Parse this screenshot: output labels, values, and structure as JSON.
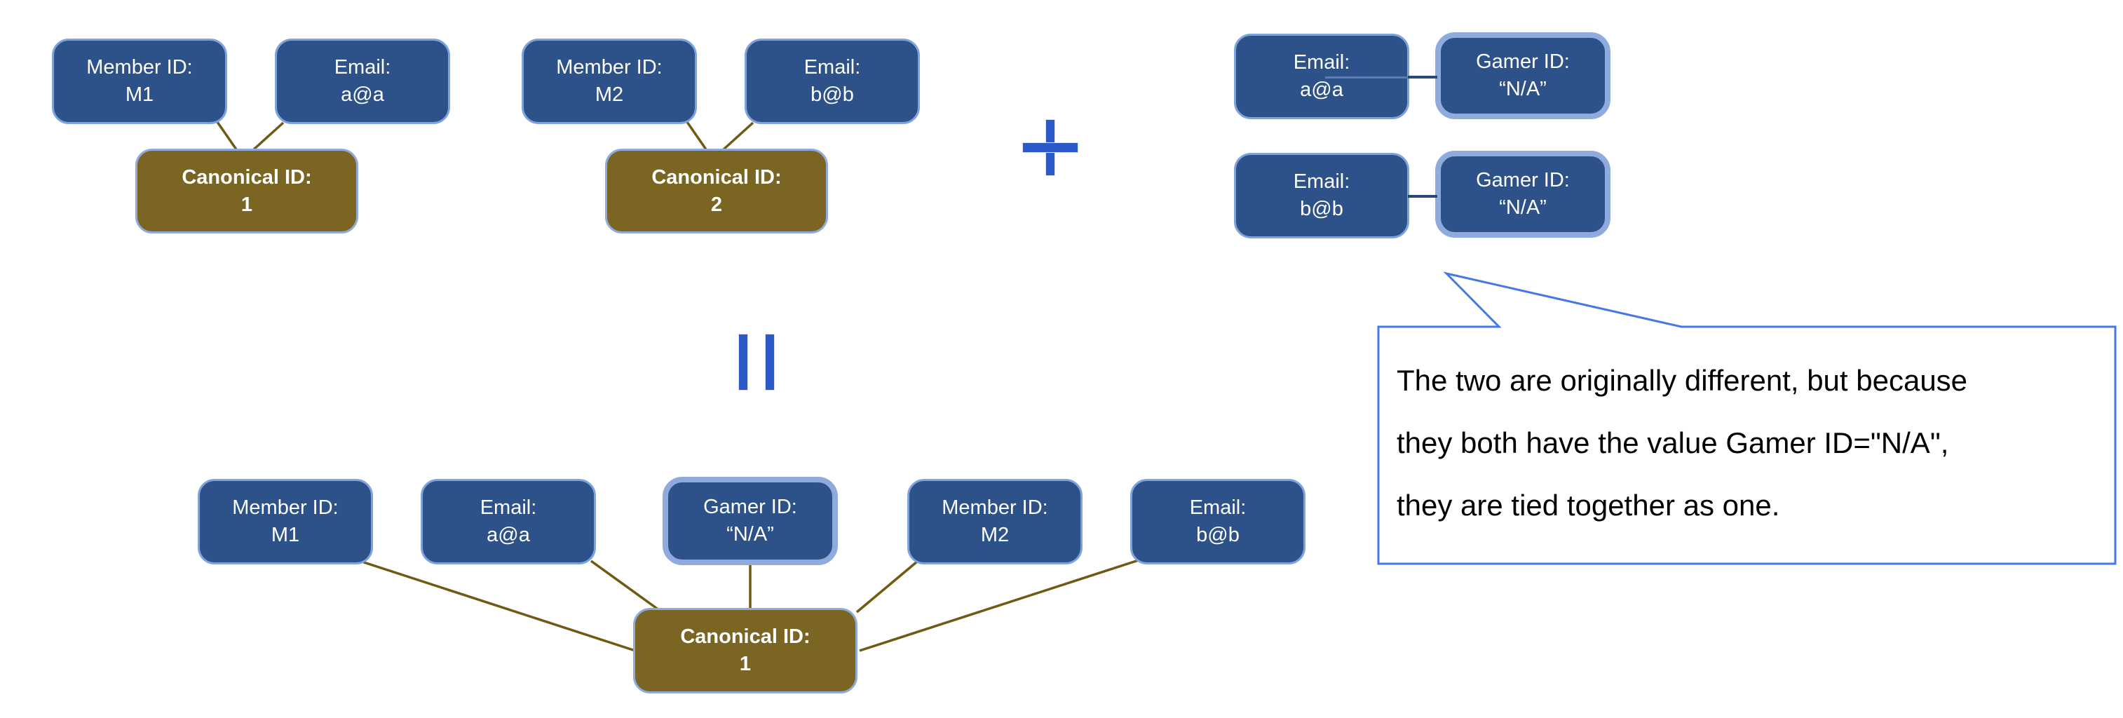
{
  "colors": {
    "node_fill_navy": "#2D5289",
    "node_border_light_blue": "#7EA3DC",
    "node_border_thick_blue": "#8FAADC",
    "canonical_fill_gold": "#7A6522",
    "connector_olive": "#6F5A13",
    "connector_navy": "#27497A",
    "operator_blue": "#2C59C8",
    "callout_border_blue": "#4577E6",
    "node_text": "#FFFFFF",
    "callout_text": "#000000"
  },
  "operators": {
    "plus": "+",
    "equals": "="
  },
  "nodes": {
    "tl_member": {
      "label": "Member ID:",
      "value": "M1"
    },
    "tl_email": {
      "label": "Email:",
      "value": "a@a"
    },
    "tl_canonical": {
      "label": "Canonical ID:",
      "value": "1"
    },
    "tm_member": {
      "label": "Member ID:",
      "value": "M2"
    },
    "tm_email": {
      "label": "Email:",
      "value": "b@b"
    },
    "tm_canonical": {
      "label": "Canonical ID:",
      "value": "2"
    },
    "tr_email_a": {
      "label": "Email:",
      "value": "a@a"
    },
    "tr_gamer_a": {
      "label": "Gamer ID:",
      "value": "“N/A”"
    },
    "tr_email_b": {
      "label": "Email:",
      "value": "b@b"
    },
    "tr_gamer_b": {
      "label": "Gamer ID:",
      "value": "“N/A”"
    },
    "b_member1": {
      "label": "Member ID:",
      "value": "M1"
    },
    "b_email1": {
      "label": "Email:",
      "value": "a@a"
    },
    "b_gamer": {
      "label": "Gamer ID:",
      "value": "“N/A”"
    },
    "b_member2": {
      "label": "Member ID:",
      "value": "M2"
    },
    "b_email2": {
      "label": "Email:",
      "value": "b@b"
    },
    "b_canonical": {
      "label": "Canonical ID:",
      "value": "1"
    }
  },
  "callout": {
    "line1": "The two are originally different, but because",
    "line2": "they both have the value Gamer ID=\"N/A\",",
    "line3": "they are tied together as one."
  }
}
